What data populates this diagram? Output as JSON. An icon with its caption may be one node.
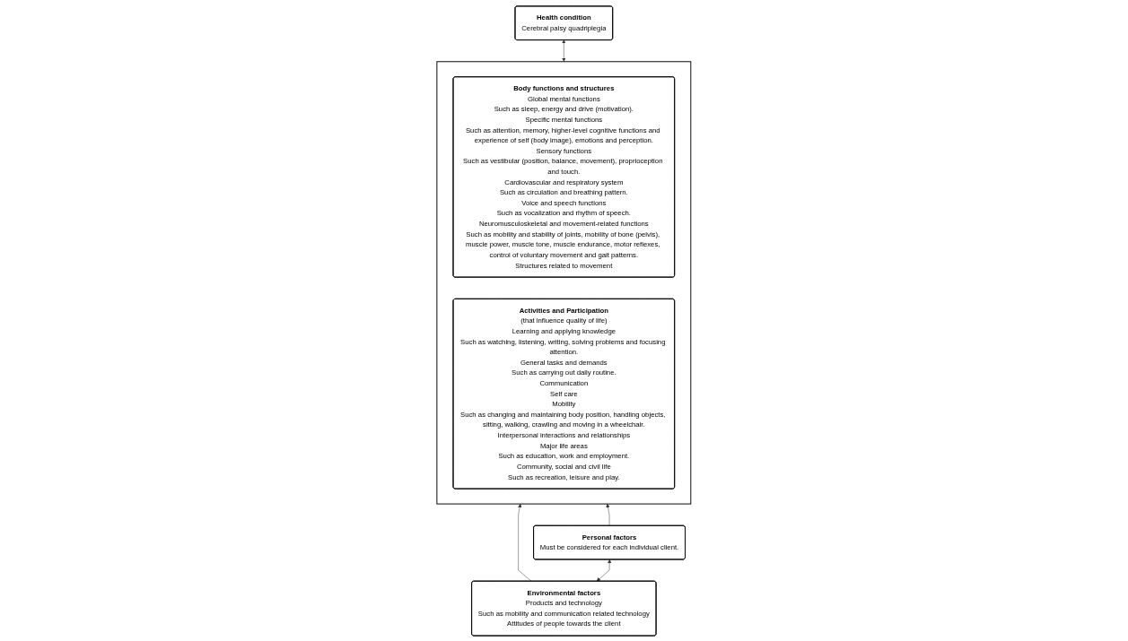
{
  "diagram": {
    "nodes": [
      {
        "text": [
          "Health condition",
          "Cerebral palsy quadriplegia"
        ]
      },
      {
        "text": [],
        "shape": "box"
      },
      {
        "text": [
          "Body functions and structures",
          "Global mental functions",
          "Such as sleep, energy and drive (motivation).",
          "Specific mental functions",
          "Such as attention, memory, higher-level cognitive functions and experience of self (body image), emotions and perception.",
          "Sensory functions",
          "Such as vestibular (position, balance, movement), proprioception and touch.",
          "Cardiovascular and respiratory system",
          "Such as circulation and breathing pattern.",
          "Voice and speech functions",
          "Such as vocalization and rhythm of speech.",
          "Neuromusculoskeletal and movement-related functions",
          "Such as mobility and stability of joints, mobility of bone (pelvis), muscle power, muscle tone, muscle endurance, motor reflexes, control of voluntary movement and gait patterns.",
          "Structures related to movement"
        ],
        "in": 1
      },
      {
        "text": [
          "Activities and Participation",
          "(that influence quality of life)",
          "Learning and applying knowledge",
          "Such as watching, listening, writing, solving problems and focusing attention.",
          "General tasks and demands",
          "Such as carrying out daily routine.",
          "Communication",
          "Self care",
          "Mobility",
          "Such as changing and maintaining body position, handling objects, sitting, walking, crawling and moving in a wheelchair.",
          "Interpersonal interactions and relationships",
          "Major life areas",
          "Such as education, work and employment.",
          "Community, social and civil life",
          "Such as recreation, leisure and play."
        ],
        "in": 1
      },
      {
        "text": [
          "Environmental factors",
          "Products and technology",
          "Such as  mobility and communication related technology",
          "Attitudes of people towards the client"
        ]
      },
      {
        "text": [
          "Personal factors",
          "Must be considered for each individual client."
        ]
      }
    ],
    "edges": [
      {
        "from": 0,
        "to": 1,
        "arrow": "both"
      },
      {
        "from": 4,
        "to": 5,
        "arrow": "both"
      },
      {
        "from": 4,
        "to": 1,
        "arrow": "to"
      },
      {
        "from": 5,
        "to": 1,
        "arrow": "to"
      }
    ]
  }
}
